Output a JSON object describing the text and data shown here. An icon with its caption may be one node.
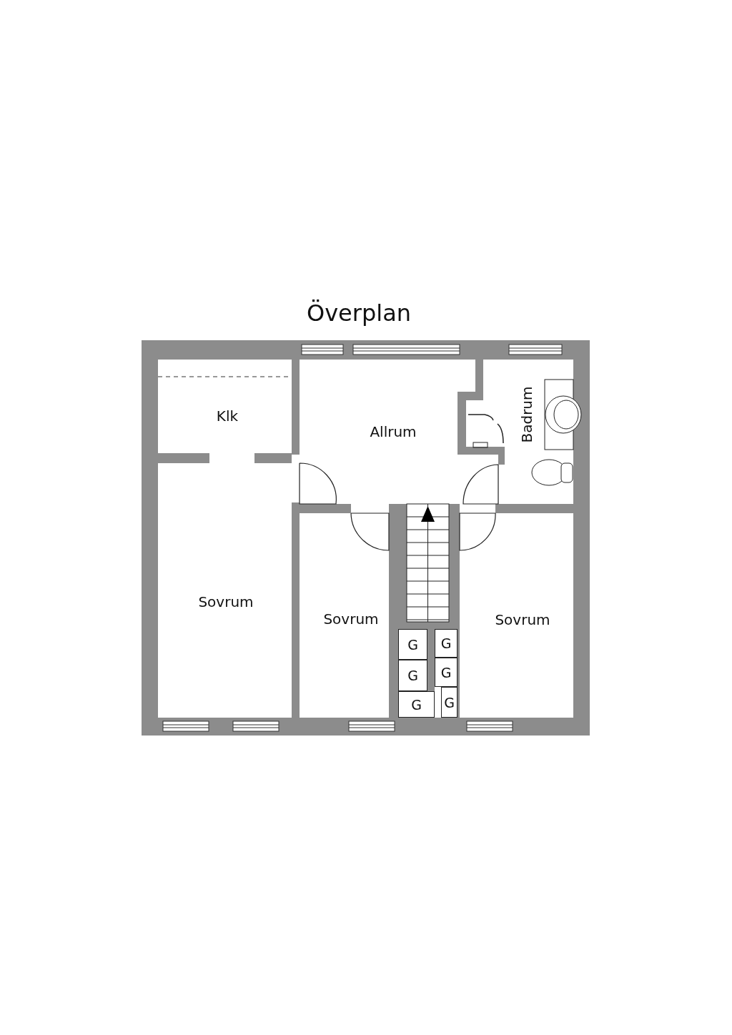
{
  "diagram": {
    "title": "Överplan",
    "nodes": [
      {
        "text": [
          "Klk"
        ]
      },
      {
        "text": [
          "Allrum"
        ]
      },
      {
        "text": [
          "Badrum"
        ]
      },
      {
        "text": [
          "Sovrum"
        ]
      },
      {
        "text": [
          "Sovrum"
        ]
      },
      {
        "text": [
          "Sovrum"
        ]
      },
      {
        "text": [
          "G"
        ]
      },
      {
        "text": [
          "G"
        ]
      },
      {
        "text": [
          "G"
        ]
      },
      {
        "text": [
          "G"
        ]
      },
      {
        "text": [
          "G"
        ]
      },
      {
        "text": [
          "G"
        ]
      }
    ],
    "edges": []
  }
}
